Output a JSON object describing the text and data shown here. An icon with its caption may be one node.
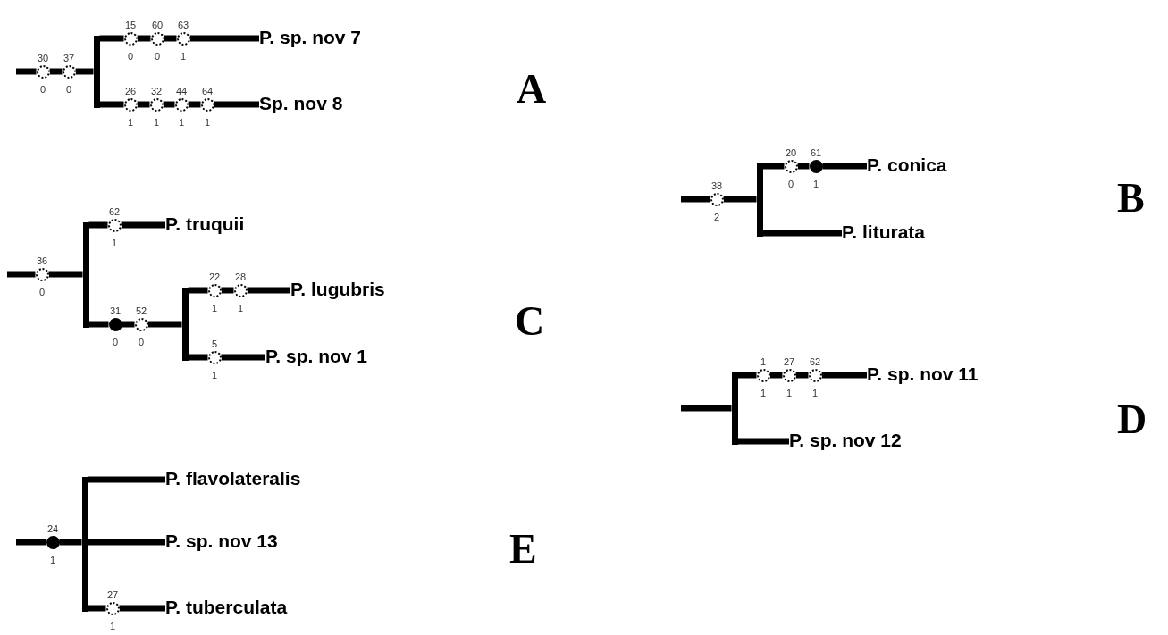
{
  "diagram": {
    "nodes": [
      {
        "text": [],
        "shape": "circle",
        "beside": [
          "30",
          "0"
        ]
      },
      {
        "text": [],
        "shape": "circle",
        "beside": [
          "37",
          "0"
        ]
      },
      {
        "text": [],
        "shape": "bar"
      },
      {
        "text": [],
        "shape": "circle",
        "beside": [
          "15",
          "0"
        ]
      },
      {
        "text": [],
        "shape": "circle",
        "beside": [
          "60",
          "0"
        ]
      },
      {
        "text": [],
        "shape": "circle",
        "beside": [
          "63",
          "1"
        ]
      },
      {
        "text": [
          "P. sp. nov 7"
        ]
      },
      {
        "text": [],
        "shape": "circle",
        "beside": [
          "26",
          "1"
        ]
      },
      {
        "text": [],
        "shape": "circle",
        "beside": [
          "32",
          "1"
        ]
      },
      {
        "text": [],
        "shape": "circle",
        "beside": [
          "44",
          "1"
        ]
      },
      {
        "text": [],
        "shape": "circle",
        "beside": [
          "64",
          "1"
        ]
      },
      {
        "text": [
          "Sp. nov 8"
        ]
      },
      {
        "text": [],
        "shape": "circle",
        "beside": [
          "38",
          "2"
        ]
      },
      {
        "text": [],
        "shape": "bar"
      },
      {
        "text": [],
        "shape": "circle",
        "beside": [
          "20",
          "0"
        ]
      },
      {
        "text": [],
        "shape": "circle",
        "beside": [
          "61",
          "1"
        ]
      },
      {
        "text": [
          "P. conica"
        ]
      },
      {
        "text": [
          "P. liturata"
        ]
      },
      {
        "text": [],
        "shape": "circle",
        "beside": [
          "36",
          "0"
        ]
      },
      {
        "text": [],
        "shape": "bar"
      },
      {
        "text": [],
        "shape": "circle",
        "beside": [
          "62",
          "1"
        ]
      },
      {
        "text": [
          "P. truquii"
        ]
      },
      {
        "text": [],
        "shape": "circle",
        "beside": [
          "31",
          "0"
        ]
      },
      {
        "text": [],
        "shape": "circle",
        "beside": [
          "52",
          "0"
        ]
      },
      {
        "text": [],
        "shape": "bar"
      },
      {
        "text": [],
        "shape": "circle",
        "beside": [
          "22",
          "1"
        ]
      },
      {
        "text": [],
        "shape": "circle",
        "beside": [
          "28",
          "1"
        ]
      },
      {
        "text": [
          "P. lugubris"
        ]
      },
      {
        "text": [],
        "shape": "circle",
        "beside": [
          "5",
          "1"
        ]
      },
      {
        "text": [
          "P. sp. nov 1"
        ]
      },
      {
        "text": [],
        "shape": "bar"
      },
      {
        "text": [],
        "shape": "circle",
        "beside": [
          "1",
          "1"
        ]
      },
      {
        "text": [],
        "shape": "circle",
        "beside": [
          "27",
          "1"
        ]
      },
      {
        "text": [],
        "shape": "circle",
        "beside": [
          "62",
          "1"
        ]
      },
      {
        "text": [
          "P. sp. nov 11"
        ]
      },
      {
        "text": [
          "P. sp. nov 12"
        ]
      },
      {
        "text": [],
        "shape": "circle",
        "beside": [
          "24",
          "1"
        ]
      },
      {
        "text": [],
        "shape": "bar"
      },
      {
        "text": [
          "P. flavolateralis"
        ]
      },
      {
        "text": [
          "P. sp. nov 13"
        ]
      },
      {
        "text": [],
        "shape": "circle",
        "beside": [
          "27",
          "1"
        ]
      },
      {
        "text": [
          "P. tuberculata"
        ]
      }
    ],
    "edges": [
      {
        "from": null,
        "to": 0,
        "arrow": "none"
      },
      {
        "from": 0,
        "to": 1,
        "arrow": "none"
      },
      {
        "from": 1,
        "to": 2,
        "arrow": "none"
      },
      {
        "from": 2,
        "to": 3,
        "arrow": "none"
      },
      {
        "from": 3,
        "to": 4,
        "arrow": "none"
      },
      {
        "from": 4,
        "to": 5,
        "arrow": "none"
      },
      {
        "from": 5,
        "to": 6,
        "arrow": "none"
      },
      {
        "from": 2,
        "to": 7,
        "arrow": "none"
      },
      {
        "from": 7,
        "to": 8,
        "arrow": "none"
      },
      {
        "from": 8,
        "to": 9,
        "arrow": "none"
      },
      {
        "from": 9,
        "to": 10,
        "arrow": "none"
      },
      {
        "from": 10,
        "to": 11,
        "arrow": "none"
      },
      {
        "from": null,
        "to": 12,
        "arrow": "none"
      },
      {
        "from": 12,
        "to": 13,
        "arrow": "none"
      },
      {
        "from": 13,
        "to": 14,
        "arrow": "none"
      },
      {
        "from": 14,
        "to": 15,
        "arrow": "none"
      },
      {
        "from": 15,
        "to": 16,
        "arrow": "none"
      },
      {
        "from": 13,
        "to": 17,
        "arrow": "none"
      },
      {
        "from": null,
        "to": 18,
        "arrow": "none"
      },
      {
        "from": 18,
        "to": 19,
        "arrow": "none"
      },
      {
        "from": 19,
        "to": 20,
        "arrow": "none"
      },
      {
        "from": 20,
        "to": 21,
        "arrow": "none"
      },
      {
        "from": 19,
        "to": 22,
        "arrow": "none"
      },
      {
        "from": 22,
        "to": 23,
        "arrow": "none"
      },
      {
        "from": 23,
        "to": 24,
        "arrow": "none"
      },
      {
        "from": 24,
        "to": 25,
        "arrow": "none"
      },
      {
        "from": 25,
        "to": 26,
        "arrow": "none"
      },
      {
        "from": 26,
        "to": 27,
        "arrow": "none"
      },
      {
        "from": 24,
        "to": 28,
        "arrow": "none"
      },
      {
        "from": 28,
        "to": 29,
        "arrow": "none"
      },
      {
        "from": null,
        "to": 30,
        "arrow": "none"
      },
      {
        "from": 30,
        "to": 31,
        "arrow": "none"
      },
      {
        "from": 31,
        "to": 32,
        "arrow": "none"
      },
      {
        "from": 32,
        "to": 33,
        "arrow": "none"
      },
      {
        "from": 33,
        "to": 34,
        "arrow": "none"
      },
      {
        "from": 30,
        "to": 35,
        "arrow": "none"
      },
      {
        "from": null,
        "to": 36,
        "arrow": "none"
      },
      {
        "from": 36,
        "to": 37,
        "arrow": "none"
      },
      {
        "from": 37,
        "to": 38,
        "arrow": "none"
      },
      {
        "from": 37,
        "to": 39,
        "arrow": "none"
      },
      {
        "from": 37,
        "to": 40,
        "arrow": "none"
      },
      {
        "from": 40,
        "to": 41,
        "arrow": "none"
      }
    ],
    "labels": [
      "A",
      "B",
      "C",
      "D",
      "E"
    ]
  }
}
